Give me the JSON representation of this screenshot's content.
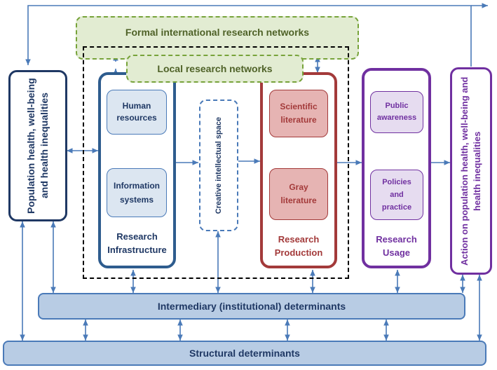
{
  "formal_networks": "Formal international research networks",
  "local_networks": "Local research networks",
  "population_health": "Population health, well-being and health inequalities",
  "research_infrastructure": {
    "human_resources": "Human resources",
    "information_systems": "Information systems",
    "label": "Research Infrastructure"
  },
  "creative_space": "Creative intellectual space",
  "research_production": {
    "scientific_literature": "Scientific literature",
    "gray_literature": "Gray literature",
    "label": "Research Production"
  },
  "research_usage": {
    "public_awareness": "Public awareness",
    "policies_practice": "Policies and practice",
    "label": "Research Usage"
  },
  "action": "Action on population health, well-being and health inequalities",
  "intermediary": "Intermediary (institutional) determinants",
  "structural": "Structural determinants",
  "colors": {
    "navy": "#1f3864",
    "blue": "#2e5c8e",
    "light_blue_fill": "#dce6f1",
    "red": "#a33a3a",
    "red_fill": "#e6b4b3",
    "purple": "#7030a0",
    "purple_fill": "#e6dcf0",
    "green_fill": "#e2ecd2",
    "green_border": "#77a33a",
    "arrow": "#4a7ab8"
  }
}
